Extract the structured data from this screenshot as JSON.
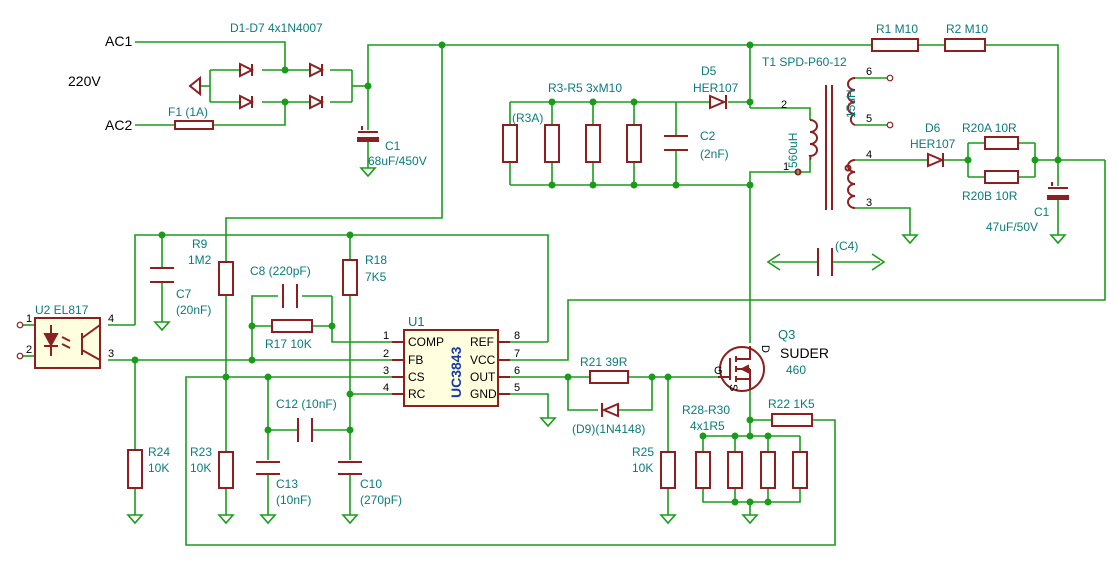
{
  "net_labels": {
    "ac1": "AC1",
    "ac2": "AC2",
    "mains": "220V"
  },
  "parts": {
    "bridge": "D1-D7 4x1N4007",
    "fuse": "F1 (1A)",
    "c1_ref": "C1",
    "c1_val": "68uF/450V",
    "r1": "R1 M10",
    "r2": "R2 M10",
    "transformer": "T1 SPD-P60-12",
    "r3_r5": "R3-R5 3xM10",
    "r3a": "(R3A)",
    "d5_ref": "D5",
    "d5_val": "HER107",
    "c2_ref": "C2",
    "c2_val": "(2nF)",
    "primary_l": "560uH",
    "secondary_l": "15uH",
    "d6_ref": "D6",
    "d6_val": "HER107",
    "r20a": "R20A  10R",
    "r20b": "R20B  10R",
    "c1out_ref": "C1",
    "c1out_val": "47uF/50V",
    "c4": "(C4)",
    "r9_ref": "R9",
    "r9_val": "1M2",
    "c7_ref": "C7",
    "c7_val": "(20nF)",
    "c8": "C8 (220pF)",
    "r18_ref": "R18",
    "r18_val": "7K5",
    "r17": "R17  10K",
    "u2": "U2  EL817",
    "u1_ref": "U1",
    "u1_chip": "UC3843",
    "r21": "R21  39R",
    "d9": "(D9)(1N4148)",
    "q3_ref": "Q3",
    "q3_val1": "SUDER",
    "q3_val2": "460",
    "r28_r30": "R28-R30",
    "r28_val": "4x1R5",
    "r22": "R22  1K5",
    "r25_ref": "R25",
    "r25_val": "10K",
    "r24_ref": "R24",
    "r24_val": "10K",
    "r23_ref": "R23",
    "r23_val": "10K",
    "c12": "C12  (10nF)",
    "c13_ref": "C13",
    "c13_val": "(10nF)",
    "c10_ref": "C10",
    "c10_val": "(270pF)"
  },
  "ic_pins": {
    "comp": "COMP",
    "fb": "FB",
    "cs": "CS",
    "rc": "RC",
    "ref": "REF",
    "vcc": "VCC",
    "out": "OUT",
    "gnd": "GND",
    "n1": "1",
    "n2": "2",
    "n3": "3",
    "n4": "4",
    "n5": "5",
    "n6": "6",
    "n7": "7",
    "n8": "8"
  },
  "pin_numbers": {
    "opto1": "1",
    "opto2": "2",
    "opto3": "3",
    "opto4": "4",
    "t1_1": "1",
    "t1_2": "2",
    "t1_3": "3",
    "t1_4": "4",
    "t1_5": "5",
    "t1_6": "6",
    "q_g": "G",
    "q_d": "D",
    "q_s": "S"
  },
  "colors": {
    "wire": "#1a9c1a",
    "component": "#8c2020",
    "label": "#0b7b7b",
    "ic_fill": "#ffffe0"
  }
}
